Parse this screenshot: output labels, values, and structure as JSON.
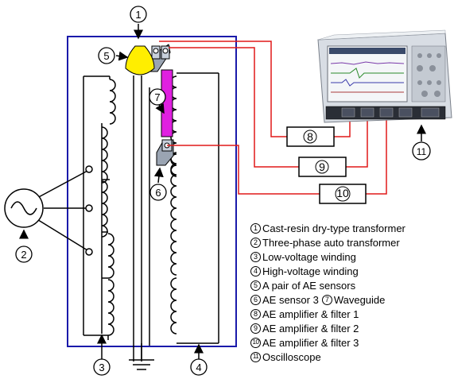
{
  "callouts": {
    "n1": "1",
    "n2": "2",
    "n3": "3",
    "n4": "4",
    "n5": "5",
    "n6": "6",
    "n7": "7",
    "n11": "11"
  },
  "boxes": {
    "b8": "8",
    "b9": "9",
    "b10": "10"
  },
  "legend": {
    "items": [
      {
        "num": "1",
        "text": "Cast-resin dry-type transformer"
      },
      {
        "num": "2",
        "text": "Three-phase auto transformer"
      },
      {
        "num": "3",
        "text": "Low-voltage winding"
      },
      {
        "num": "4",
        "text": "High-voltage winding"
      },
      {
        "num": "5",
        "text": "A pair of AE sensors"
      },
      {
        "num": "6",
        "text": "AE sensor 3",
        "num2": "7",
        "text2": "Waveguide"
      },
      {
        "num": "8",
        "text": "AE amplifier & filter 1"
      },
      {
        "num": "9",
        "text": "AE amplifier & filter 2"
      },
      {
        "num": "10",
        "text": "AE amplifier & filter 3"
      },
      {
        "num": "11",
        "text": "Oscilloscope"
      }
    ]
  },
  "colors": {
    "enclosure": "#1a1aaa",
    "signal": "#e01818",
    "waveguide": "#e020e0",
    "sensor_pair": "#ffee00",
    "winding": "#000000"
  }
}
